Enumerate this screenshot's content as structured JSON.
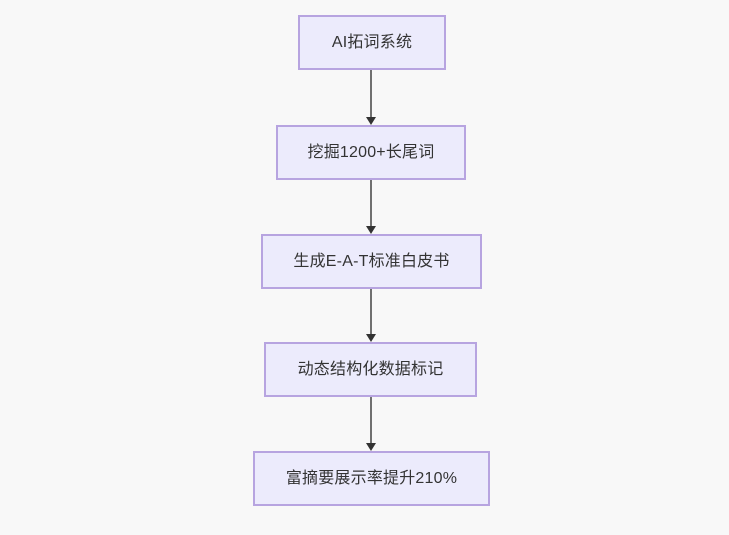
{
  "diagram": {
    "type": "flowchart",
    "direction": "top-to-bottom",
    "background_color": "#f8f8f8",
    "node_fill_color": "#ecebfc",
    "node_border_color": "#b7a4e0",
    "node_text_color": "#333333",
    "edge_line_color": "#707070",
    "edge_arrow_color": "#333333",
    "nodes": [
      {
        "id": "n0",
        "label": "AI拓词系统"
      },
      {
        "id": "n1",
        "label": "挖掘1200+长尾词"
      },
      {
        "id": "n2",
        "label": "生成E-A-T标准白皮书"
      },
      {
        "id": "n3",
        "label": "动态结构化数据标记"
      },
      {
        "id": "n4",
        "label": "富摘要展示率提升210%"
      }
    ],
    "edges": [
      {
        "id": "e0",
        "from": "n0",
        "to": "n1",
        "label": ""
      },
      {
        "id": "e1",
        "from": "n1",
        "to": "n2",
        "label": ""
      },
      {
        "id": "e2",
        "from": "n2",
        "to": "n3",
        "label": ""
      },
      {
        "id": "e3",
        "from": "n3",
        "to": "n4",
        "label": ""
      }
    ]
  }
}
